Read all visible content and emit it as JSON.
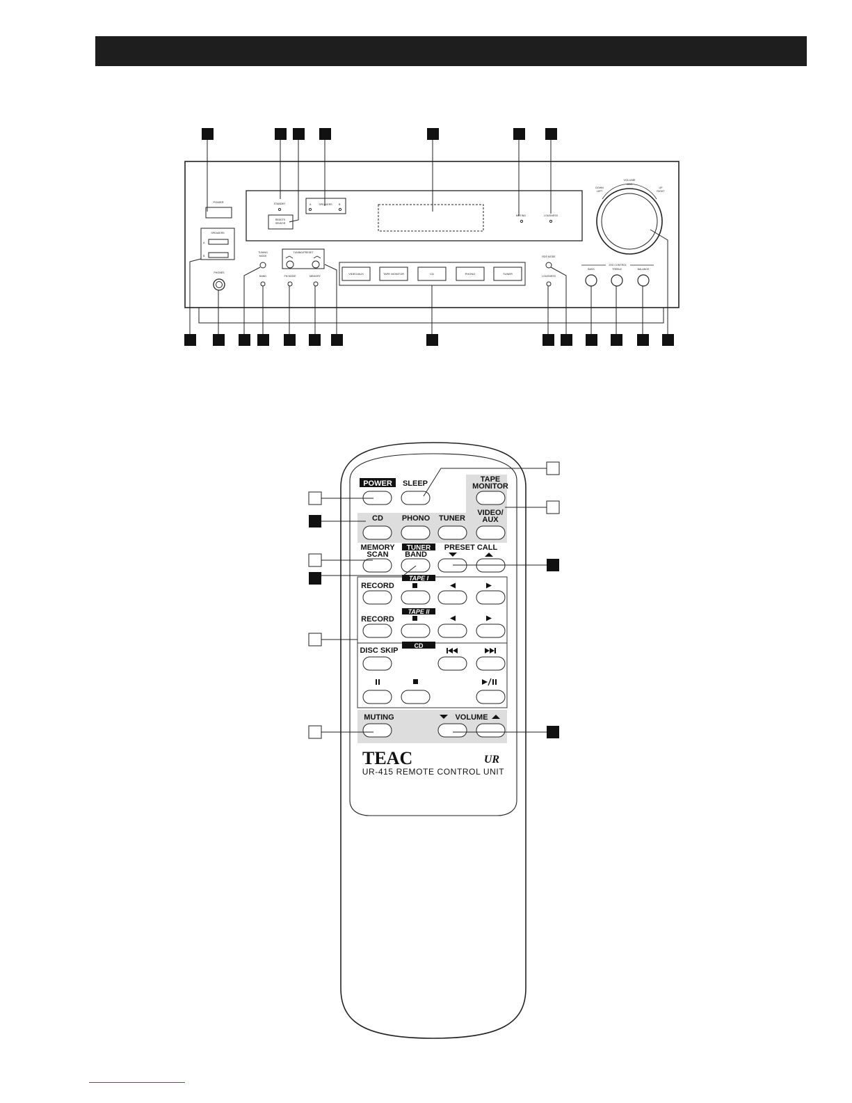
{
  "receiver": {
    "power": "POWER",
    "standby": "STANDBY",
    "remote_sensor": [
      "REMOTE",
      "SENSOR"
    ],
    "speakers_top": "SPEAKERS",
    "speakers_top_a": "A",
    "speakers_top_b": "B",
    "muting": "MUTING",
    "loudness_ind": "LOUDNESS",
    "volume": "VOLUME",
    "jog": "JOG",
    "down_left": [
      "DOWN",
      "LEFT"
    ],
    "up_right": [
      "UP",
      "RIGHT"
    ],
    "speakers_box": "SPEAKERS",
    "speakers_a": "A",
    "speakers_b": "B",
    "phones": "PHONES",
    "tuning_mode": [
      "TUNING",
      "MODE"
    ],
    "band": "BAND",
    "tuning_preset": "TUNING/PRESET",
    "fm_mode": "FM MODE",
    "memory": "MEMORY",
    "sources": [
      "VIDEO/AUX",
      "TAPE MONITOR",
      "CD",
      "PHONO",
      "TUNER"
    ],
    "rds_mode": "RDS MODE",
    "loudness": "LOUDNESS",
    "jog_control": "JOG CONTROL",
    "bass": "BASS",
    "treble": "TREBLE",
    "balance": "BALANCE"
  },
  "remote": {
    "power": "POWER",
    "sleep": "SLEEP",
    "tape_monitor": [
      "TAPE",
      "MONITOR"
    ],
    "cd": "CD",
    "phono": "PHONO",
    "tuner": "TUNER",
    "video_aux": [
      "VIDEO/",
      "AUX"
    ],
    "memory_scan": [
      "MEMORY",
      "SCAN"
    ],
    "tuner_tag": "TUNER",
    "band": "BAND",
    "preset_call": "PRESET CALL",
    "tape1_tag": "TAPE I",
    "record1": "RECORD",
    "tape2_tag": "TAPE II",
    "record2": "RECORD",
    "cd_tag": "CD",
    "disc_skip": "DISC SKIP",
    "muting": "MUTING",
    "volume": "VOLUME",
    "brand": "TEAC",
    "ur_logo": "UR",
    "model": "UR-415 REMOTE CONTROL UNIT"
  }
}
